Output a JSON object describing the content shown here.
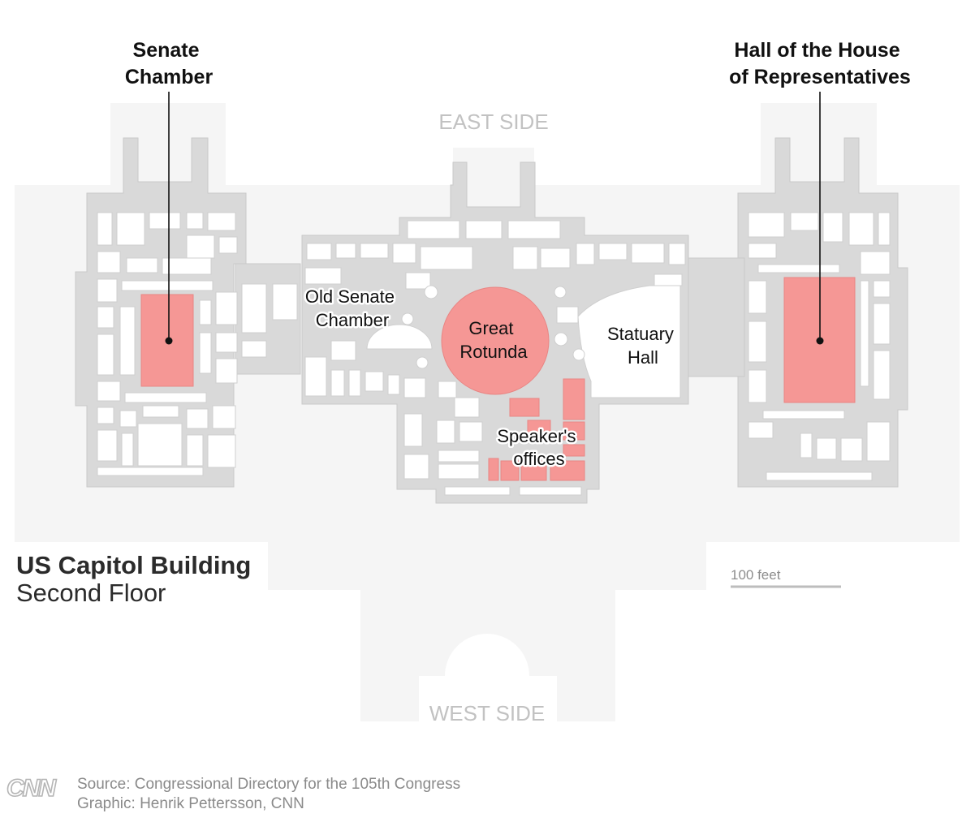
{
  "map": {
    "title": "US Capitol Building",
    "subtitle": "Second Floor",
    "orientation": {
      "top": "EAST SIDE",
      "bottom": "WEST SIDE"
    },
    "scale_label": "100 feet",
    "callouts": {
      "senate": [
        "Senate",
        "Chamber"
      ],
      "house": [
        "Hall of the House",
        "of Representatives"
      ]
    },
    "rooms": {
      "old_senate": [
        "Old Senate",
        "Chamber"
      ],
      "rotunda": [
        "Great",
        "Rotunda"
      ],
      "statuary": [
        "Statuary",
        "Hall"
      ],
      "speaker": [
        "Speaker's",
        "offices"
      ]
    },
    "colors": {
      "highlight": "#f59795",
      "building": "#d9d9d9",
      "building_outline": "#cfcfcf",
      "grounds": "#f5f5f5",
      "room": "#ffffff"
    }
  },
  "footer": {
    "source": "Source: Congressional Directory for the 105th Congress",
    "graphic": "Graphic: Henrik Pettersson, CNN",
    "logo": "CNN"
  }
}
